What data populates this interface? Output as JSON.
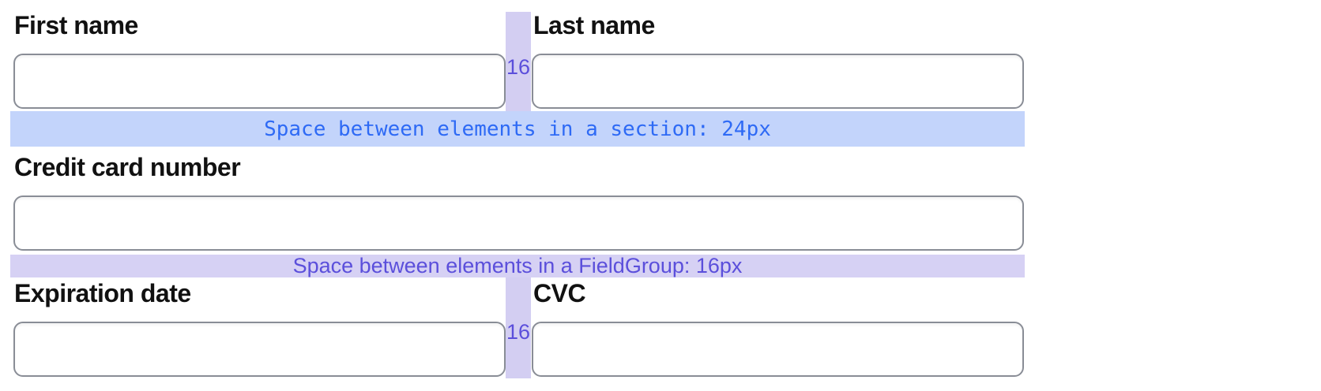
{
  "form": {
    "fields": [
      {
        "label": "First name",
        "value": "",
        "placeholder": ""
      },
      {
        "label": "Last name",
        "value": "",
        "placeholder": ""
      },
      {
        "label": "Credit card number",
        "value": "",
        "placeholder": ""
      },
      {
        "label": "Expiration date",
        "value": "",
        "placeholder": ""
      },
      {
        "label": "CVC",
        "value": "",
        "placeholder": ""
      }
    ]
  },
  "annotations": {
    "section_spacing_label": "Space between elements in a section: 24px",
    "fieldgroup_spacing_label": "Space between elements in a FieldGroup: 16px",
    "row1_gap_label": "16",
    "row3_gap_label": "16"
  },
  "colors": {
    "section_band_background": "#c3d4fb",
    "section_band_text": "#2e6af5",
    "fieldgroup_band_background": "#d6d1f4",
    "fieldgroup_band_text": "#5b4fdb",
    "gap_strip": "#d3cef2",
    "gap_label_text": "#5b4fdb",
    "input_border": "#898d96",
    "label_text": "#111111",
    "page_background": "#ffffff"
  }
}
